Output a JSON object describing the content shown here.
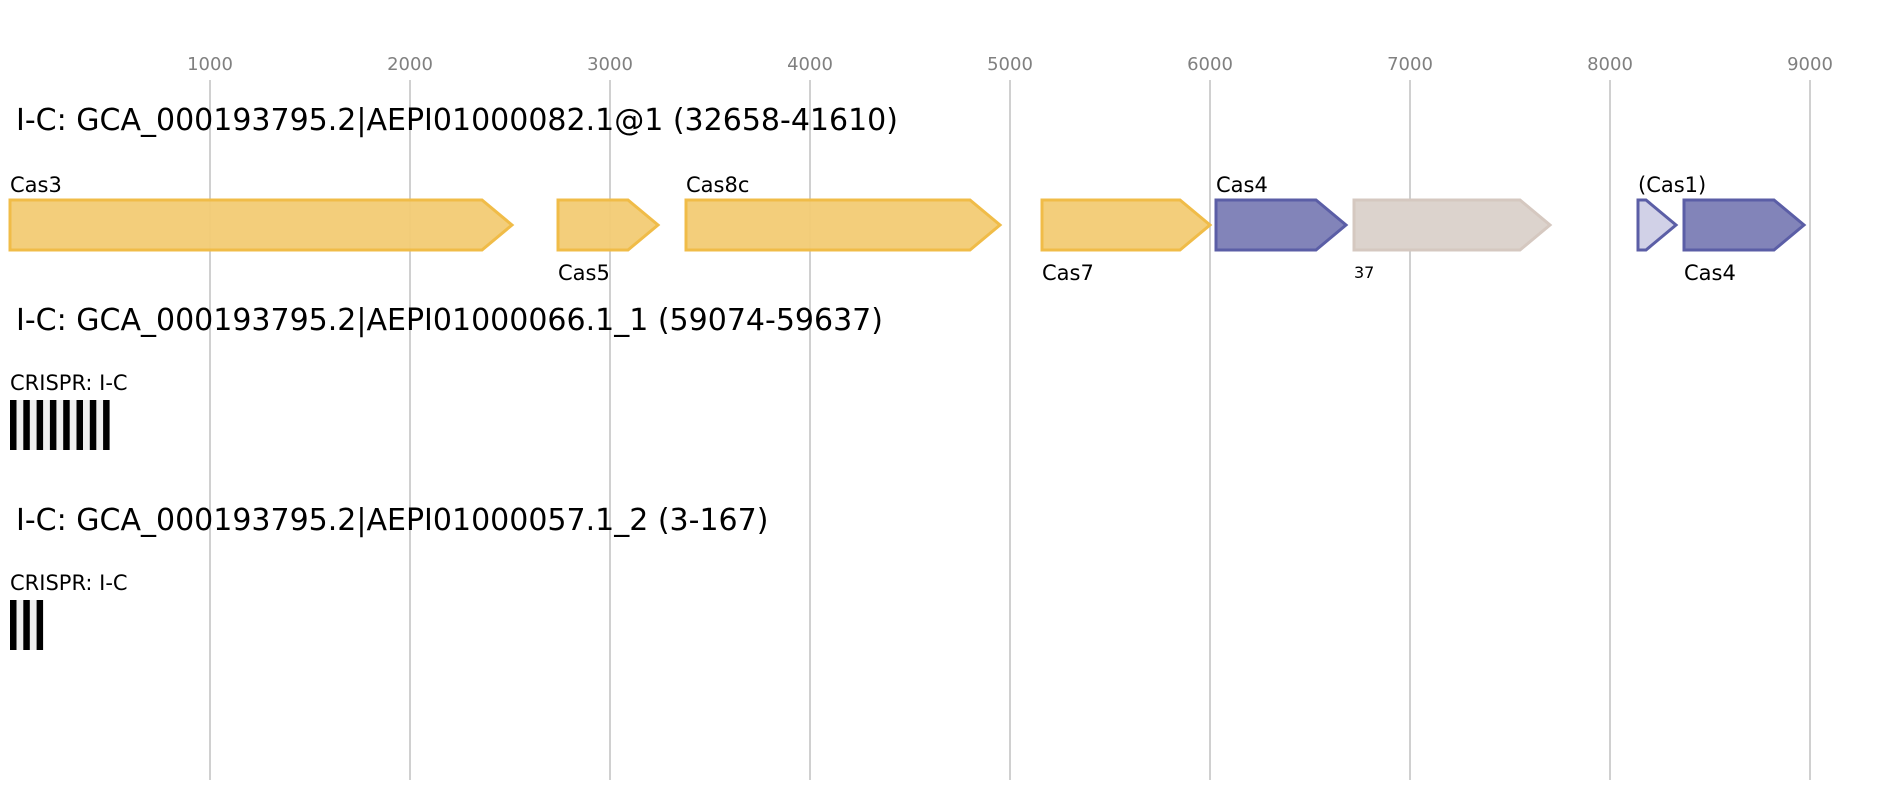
{
  "axis": {
    "ticks": [
      1000,
      2000,
      3000,
      4000,
      5000,
      6000,
      7000,
      8000,
      9000
    ]
  },
  "colors": {
    "yellow_fill": "#f2cb74",
    "yellow_stroke": "#f0bc48",
    "purple_fill": "#7b7db5",
    "purple_stroke": "#5b5ea6",
    "gray_fill": "#dcd3cd",
    "gray_stroke": "#d5c8c0",
    "lightpurple_fill": "#cfcfe6"
  },
  "loci": [
    {
      "title": "I-C: GCA_000193795.2|AEPI01000082.1@1 (32658-41610)",
      "genes": [
        {
          "name": "Cas3",
          "start": 0,
          "end": 2510,
          "color": "yellow",
          "label_pos": "above"
        },
        {
          "name": "Cas5",
          "start": 2740,
          "end": 3240,
          "color": "yellow",
          "label_pos": "below"
        },
        {
          "name": "Cas8c",
          "start": 3380,
          "end": 4950,
          "color": "yellow",
          "label_pos": "above"
        },
        {
          "name": "Cas7",
          "start": 5160,
          "end": 6000,
          "color": "yellow",
          "label_pos": "below"
        },
        {
          "name": "Cas4",
          "start": 6030,
          "end": 6680,
          "color": "purple",
          "label_pos": "above"
        },
        {
          "name": "37",
          "start": 6720,
          "end": 7700,
          "color": "gray",
          "label_pos": "below",
          "small": true
        },
        {
          "name": "(Cas1)",
          "start": 8140,
          "end": 8330,
          "color": "lightpurple",
          "label_pos": "above"
        },
        {
          "name": "Cas4",
          "start": 8370,
          "end": 8970,
          "color": "purple",
          "label_pos": "below"
        }
      ]
    },
    {
      "title": "I-C: GCA_000193795.2|AEPI01000066.1_1 (59074-59637)",
      "crispr": {
        "label": "CRISPR: I-C",
        "repeats": 8
      }
    },
    {
      "title": "I-C: GCA_000193795.2|AEPI01000057.1_2 (3-167)",
      "crispr": {
        "label": "CRISPR: I-C",
        "repeats": 3
      }
    }
  ]
}
